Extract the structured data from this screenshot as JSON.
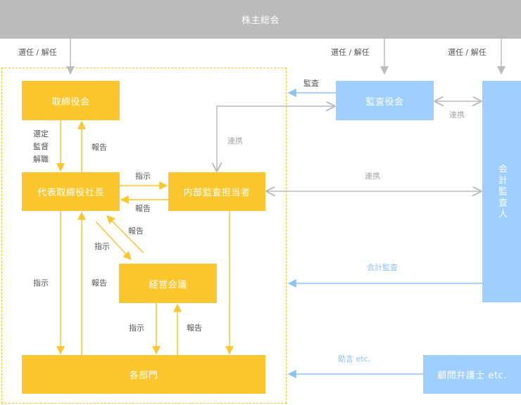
{
  "boxes": {
    "shareholders": "株主総会",
    "board": "取締役会",
    "ceo": "代表取締役社長",
    "internal_audit": "内部監査担当者",
    "management": "経営会議",
    "departments": "各部門",
    "auditors": "監査役会",
    "accounting_auditor": "会計監査人",
    "advisors": "顧問弁護士 etc."
  },
  "labels": {
    "elect_dismiss_1": "選任 / 解任",
    "elect_dismiss_2": "選任 / 解任",
    "elect_dismiss_3": "選任 / 解任",
    "audit": "監査",
    "coop_1": "連携",
    "coop_2": "連携",
    "coop_3": "連携",
    "board_to_ceo_1": "選定",
    "board_to_ceo_2": "監督",
    "board_to_ceo_3": "解職",
    "report_1": "報告",
    "instruct_1": "指示",
    "report_2": "報告",
    "report_3": "報告",
    "instruct_2": "指示",
    "instruct_3": "指示",
    "report_4": "報告",
    "instruct_4": "指示",
    "report_5": "報告",
    "accounting_audit": "会計監査",
    "advice": "助言 etc."
  },
  "colors": {
    "yellow": "#fcc62e",
    "blue": "#9fcfff",
    "gray": "#bbbbbb"
  }
}
